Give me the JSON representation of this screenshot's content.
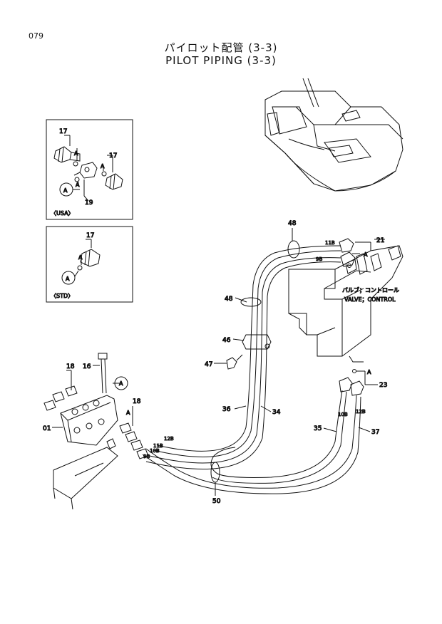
{
  "page_number": "079",
  "title_jp": "パイロット配管 (3-3)",
  "title_en": "PILOT PIPING (3-3)",
  "inset_usa": {
    "label": "〈USA〉",
    "parts": [
      "17",
      "17",
      "19"
    ],
    "refs": [
      "A",
      "A",
      "A"
    ],
    "circle_ref": "A"
  },
  "inset_std": {
    "label": "〈STD〉",
    "parts": [
      "17"
    ],
    "refs": [
      "A"
    ],
    "circle_ref": "A"
  },
  "valve_label_jp": "バルブ；コントロール",
  "valve_label_en": "VALVE；CONTROL",
  "callouts": {
    "p48_top": "48",
    "p48_mid": "48",
    "p21": "21",
    "p46": "46",
    "p47": "47",
    "p23": "23",
    "p16": "16",
    "p18_left": "18",
    "p18_right": "18",
    "p01": "01",
    "p36": "36",
    "p34": "34",
    "p35": "35",
    "p37": "37",
    "p50": "50",
    "ref_a_21": "A",
    "ref_a_23": "A",
    "ref_a_18": "A",
    "circle_a": "A"
  },
  "hose_tags": {
    "t11b_top": "11B",
    "t9b_top": "9B",
    "t12b_left": "12B",
    "t11b_left": "11B",
    "t10b_left": "10B",
    "t9b_left": "9B",
    "t10b_right": "10B",
    "t12b_right": "12B"
  }
}
